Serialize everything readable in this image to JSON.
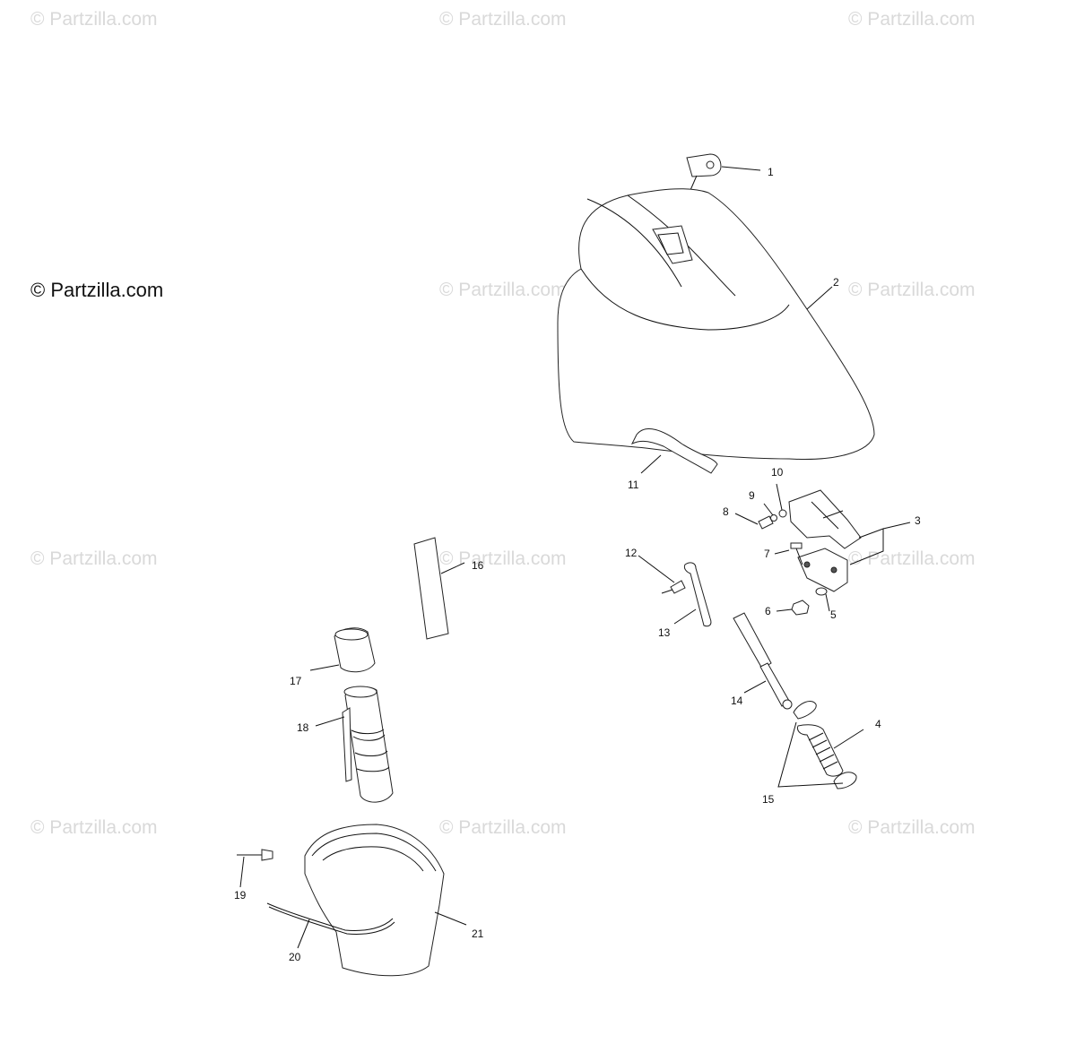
{
  "watermarks": {
    "small": "© Partzilla.com",
    "main": "© Partzilla.com"
  },
  "callouts": [
    "1",
    "2",
    "3",
    "4",
    "5",
    "6",
    "7",
    "8",
    "9",
    "10",
    "11",
    "12",
    "13",
    "14",
    "15",
    "16",
    "17",
    "18",
    "19",
    "20",
    "21"
  ],
  "colors": {
    "line": "#111111",
    "watermark": "#d9d9d9",
    "background": "#ffffff"
  }
}
